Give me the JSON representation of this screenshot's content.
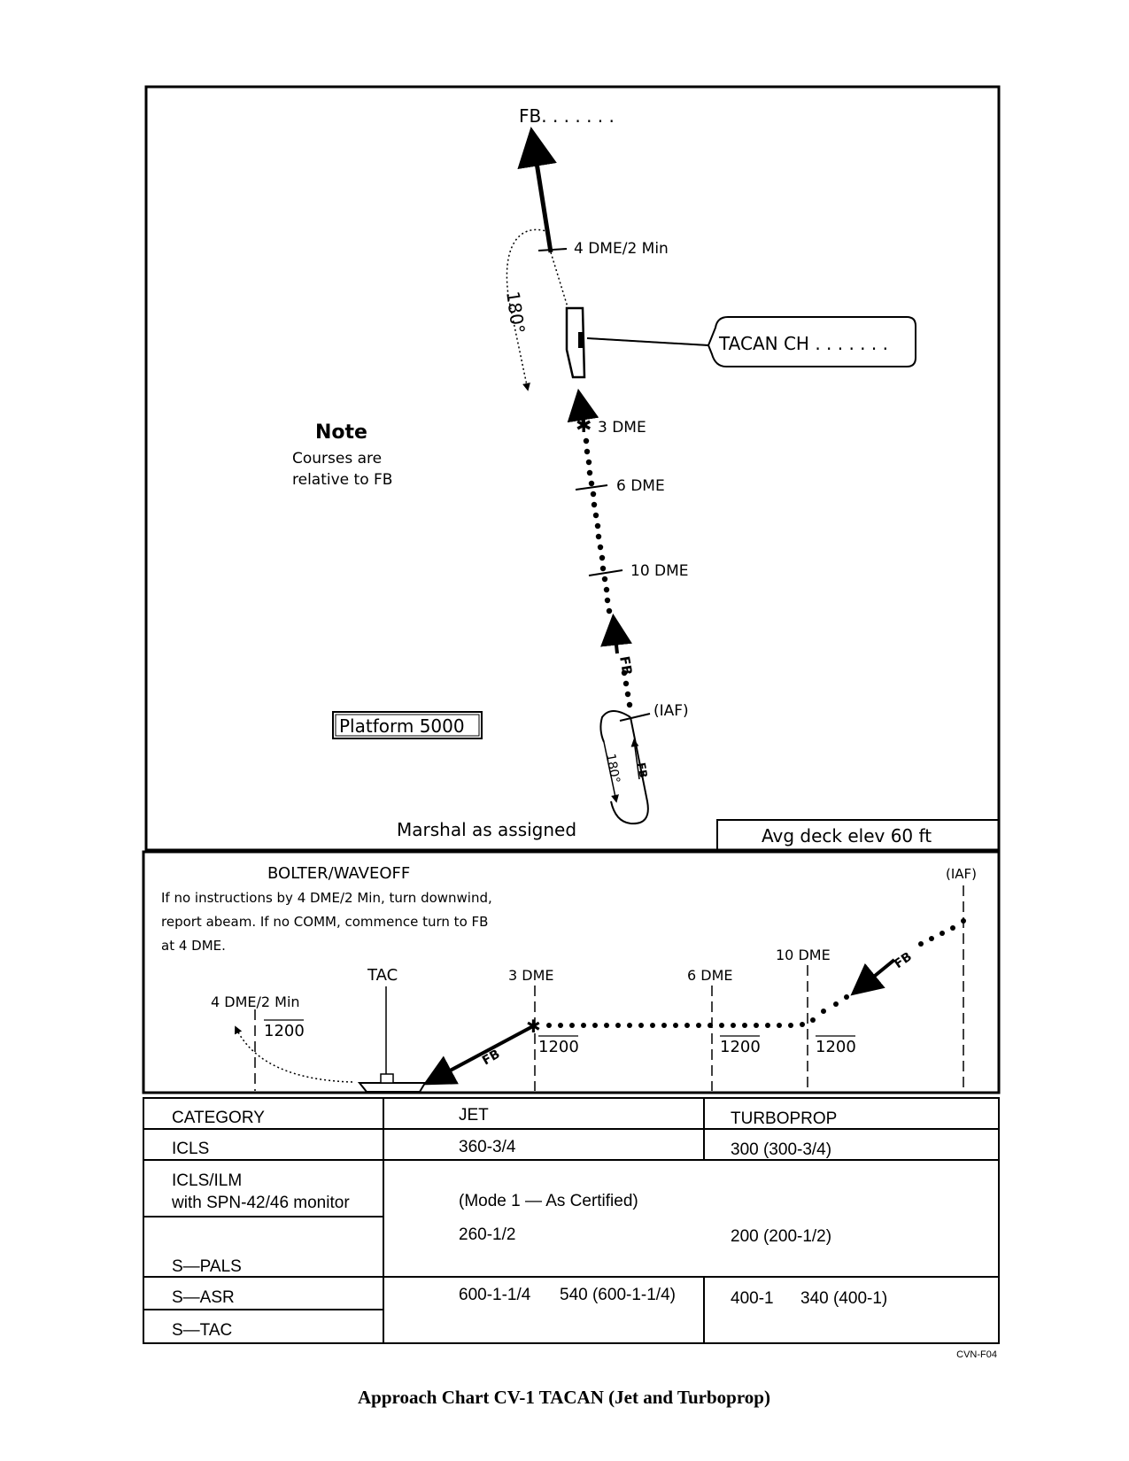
{
  "plan": {
    "fb_label": "FB. . . . . . .",
    "dme4": "4 DME/2 Min",
    "turn180": "180°",
    "tacan_ch": "TACAN CH . . . . . . .",
    "dme3": "3 DME",
    "dme6": "6 DME",
    "dme10": "10 DME",
    "note_title": "Note",
    "note_line1": "Courses are",
    "note_line2": "relative to FB",
    "fb_course": "FB",
    "iaf": "(IAF)",
    "holding_180": "180°",
    "holding_fb": "FB",
    "platform": "Platform 5000",
    "marshal": "Marshal as assigned",
    "deck_elev": "Avg deck elev 60 ft"
  },
  "profile": {
    "title": "BOLTER/WAVEOFF",
    "instr1": "If no instructions by 4 DME/2 Min, turn downwind,",
    "instr2": "report abeam. If no COMM, commence turn to FB",
    "instr3": "at 4 DME.",
    "iaf": "(IAF)",
    "dme10": "10 DME",
    "dme6": "6 DME",
    "dme3": "3 DME",
    "tac": "TAC",
    "dme4": "4 DME/2 Min",
    "alt4": "1200",
    "alt3": "1200",
    "alt6": "1200",
    "alt10": "1200",
    "fb1": "FB",
    "fb2": "FB"
  },
  "minima": {
    "header": {
      "category": "CATEGORY",
      "jet": "JET",
      "turboprop": "TURBOPROP"
    },
    "icls": {
      "label": "ICLS",
      "jet": "360-3/4",
      "turboprop": "300 (300-3/4)"
    },
    "icls_ilm_1": "ICLS/ILM",
    "icls_ilm_2": "with SPN-42/46 monitor",
    "mode1": "(Mode 1 — As Certified)",
    "pals": {
      "label": "S—PALS",
      "jet": "260-1/2",
      "turboprop": "200 (200-1/2)"
    },
    "asr": {
      "label": "S—ASR",
      "jet_a": "600-1-1/4",
      "jet_b": "540 (600-1-1/4)",
      "turboprop_a": "400-1",
      "turboprop_b": "340 (400-1)"
    },
    "tac": {
      "label": "S—TAC"
    }
  },
  "chart_id": "CVN-F04",
  "caption": "Approach Chart CV-1 TACAN (Jet and Turboprop)"
}
